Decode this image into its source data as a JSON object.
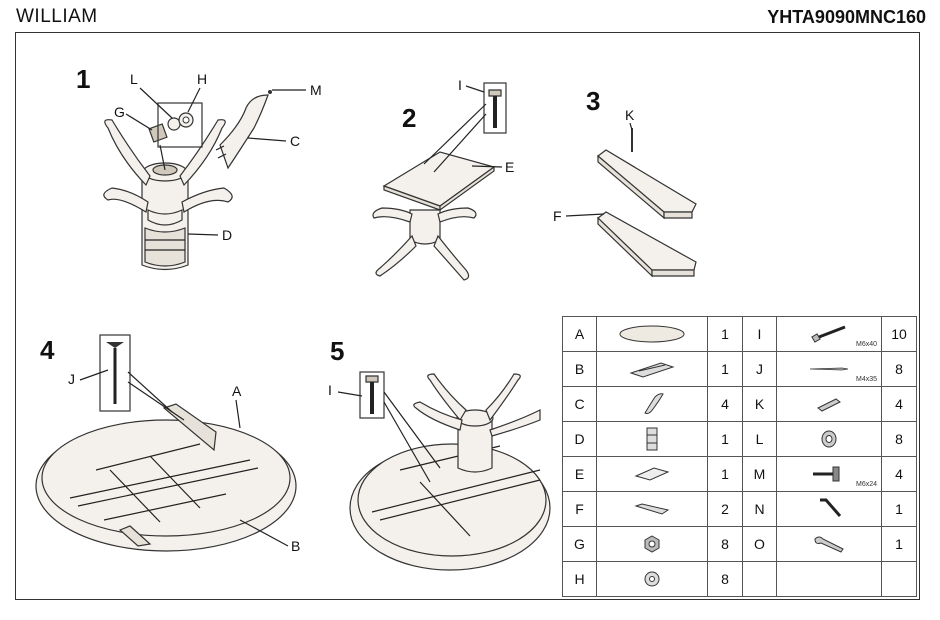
{
  "header": {
    "model": "WILLIAM",
    "code": "YHTA9090MNC160"
  },
  "steps": {
    "s1": {
      "number": "1",
      "labels": {
        "L": "L",
        "H": "H",
        "G": "G",
        "M": "M",
        "C": "C",
        "D": "D"
      }
    },
    "s2": {
      "number": "2",
      "labels": {
        "I": "I",
        "E": "E"
      }
    },
    "s3": {
      "number": "3",
      "labels": {
        "K": "K",
        "F": "F"
      }
    },
    "s4": {
      "number": "4",
      "labels": {
        "J": "J",
        "A": "A",
        "B": "B"
      }
    },
    "s5": {
      "number": "5",
      "labels": {
        "I": "I"
      }
    }
  },
  "parts_table": {
    "left": [
      {
        "letter": "A",
        "qty": "1",
        "icon": "oval-tabletop-icon"
      },
      {
        "letter": "B",
        "qty": "1",
        "icon": "frame-icon"
      },
      {
        "letter": "C",
        "qty": "4",
        "icon": "leg-icon"
      },
      {
        "letter": "D",
        "qty": "1",
        "icon": "pedestal-icon"
      },
      {
        "letter": "E",
        "qty": "1",
        "icon": "plate-icon"
      },
      {
        "letter": "F",
        "qty": "2",
        "icon": "apron-icon"
      },
      {
        "letter": "G",
        "qty": "8",
        "icon": "nut-icon"
      },
      {
        "letter": "H",
        "qty": "8",
        "icon": "washer-icon"
      }
    ],
    "right": [
      {
        "letter": "I",
        "qty": "10",
        "icon": "bolt-icon",
        "size": "M6x40"
      },
      {
        "letter": "J",
        "qty": "8",
        "icon": "screw-icon",
        "size": "M4x35"
      },
      {
        "letter": "K",
        "qty": "4",
        "icon": "dowel-icon",
        "size": ""
      },
      {
        "letter": "L",
        "qty": "8",
        "icon": "spring-washer-icon",
        "size": ""
      },
      {
        "letter": "M",
        "qty": "4",
        "icon": "hanger-bolt-icon",
        "size": "M6x24"
      },
      {
        "letter": "N",
        "qty": "1",
        "icon": "allen-key-icon",
        "size": ""
      },
      {
        "letter": "O",
        "qty": "1",
        "icon": "wrench-icon",
        "size": ""
      },
      {
        "letter": "",
        "qty": "",
        "icon": "",
        "size": ""
      }
    ]
  }
}
